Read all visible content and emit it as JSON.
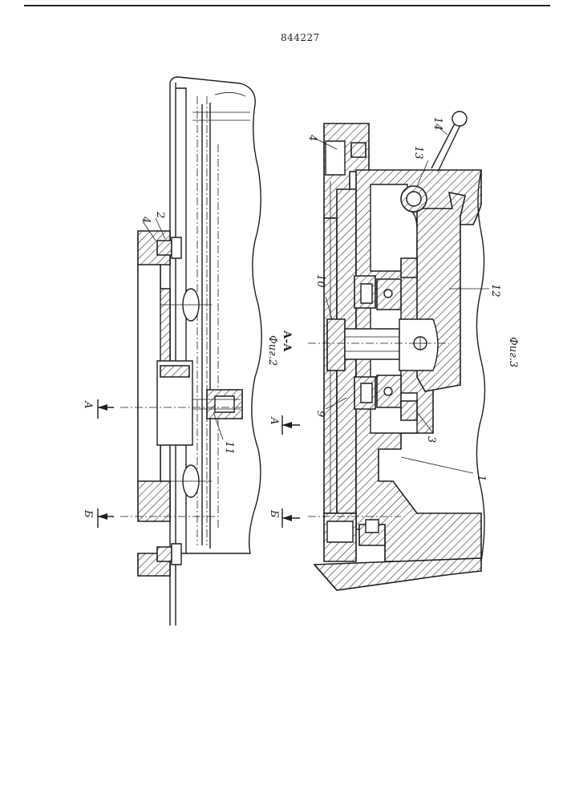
{
  "document": {
    "patent_number": "844227"
  },
  "figure2": {
    "caption": "Фиг.2",
    "section_label": "А-А",
    "part_labels": [
      "4",
      "2",
      "11"
    ],
    "section_markers": [
      "А",
      "Б"
    ]
  },
  "figure3": {
    "caption": "Фиг.3",
    "part_labels": [
      "4",
      "10",
      "9",
      "1",
      "3",
      "12",
      "13",
      "14"
    ],
    "section_markers": [
      "А",
      "Б"
    ]
  },
  "colors": {
    "ink": "#1e1e1e",
    "paper": "#ffffff"
  }
}
